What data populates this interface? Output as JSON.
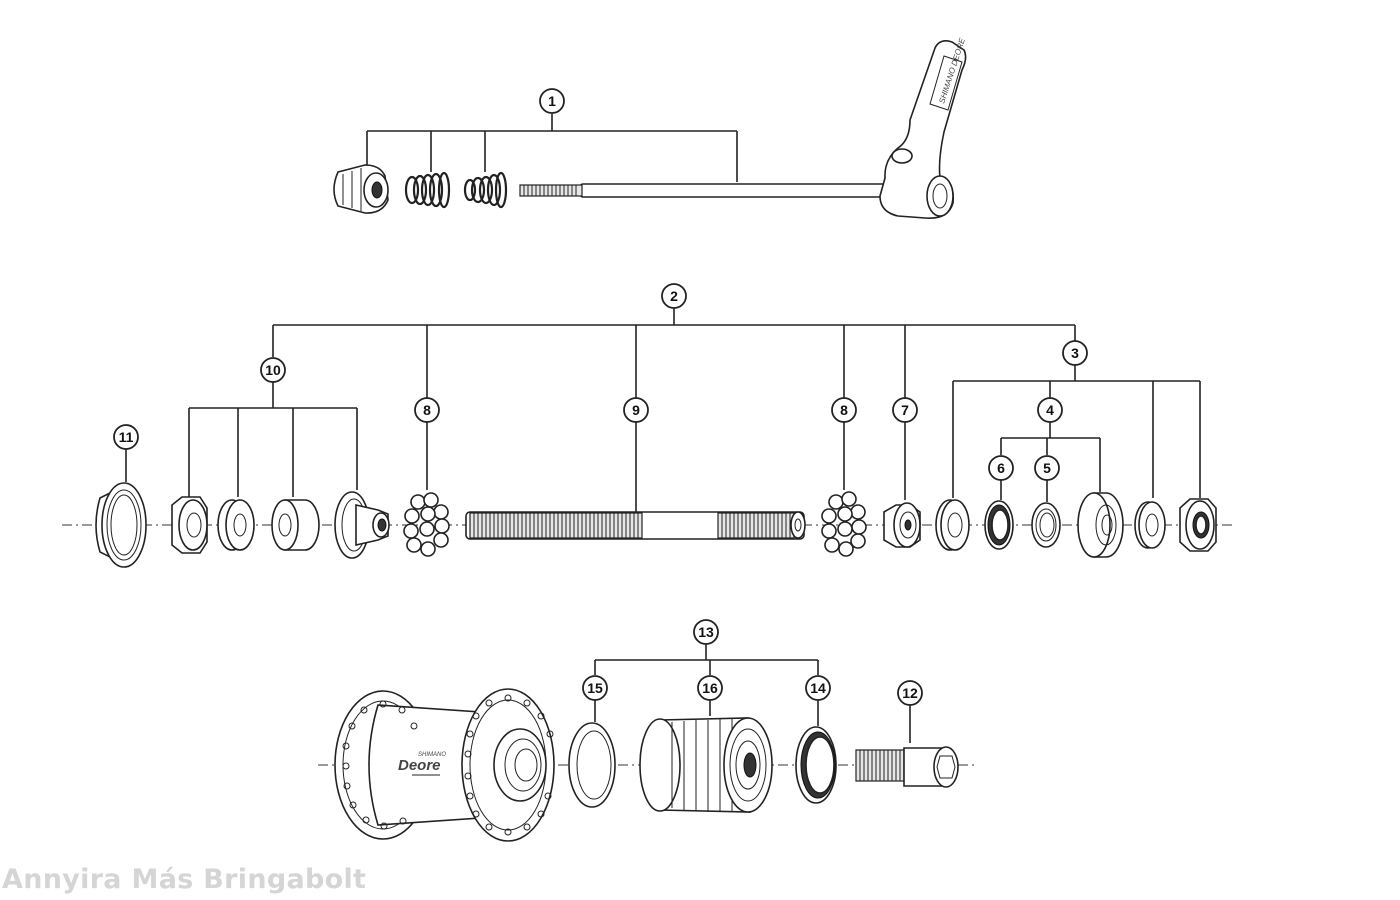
{
  "diagram": {
    "callouts": {
      "c1": "1",
      "c2": "2",
      "c3": "3",
      "c4": "4",
      "c5": "5",
      "c6": "6",
      "c7": "7",
      "c8a": "8",
      "c8b": "8",
      "c9": "9",
      "c10": "10",
      "c11": "11",
      "c12": "12",
      "c13": "13",
      "c14": "14",
      "c15": "15",
      "c16": "16"
    },
    "hub_label": {
      "brand_small": "SHIMANO",
      "model": "Deore"
    },
    "lever_label": "SHIMANO DEORE"
  },
  "watermark": "Annyira Más Bringabolt"
}
